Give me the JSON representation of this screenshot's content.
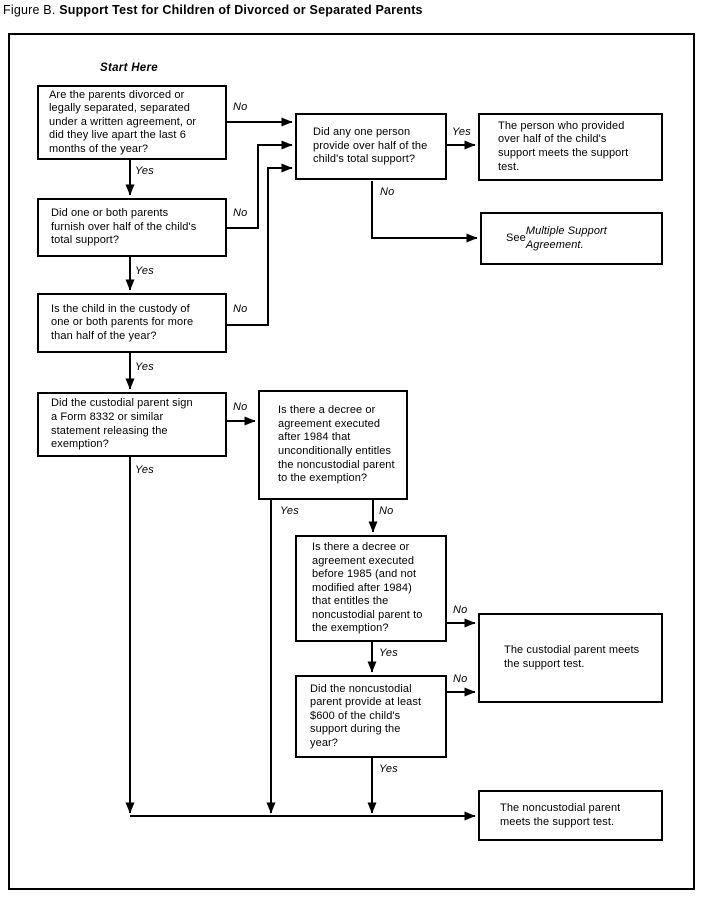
{
  "figure": {
    "label": "Figure B.",
    "title": "Support Test for Children of Divorced or Separated Parents"
  },
  "flowchart": {
    "start_here": "Start Here",
    "decision_labels": {
      "yes": "Yes",
      "no": "No"
    },
    "nodes": {
      "parents_divorced": "Are the parents divorced or\nlegally separated, separated\nunder a written agreement, or\ndid they live apart the last 6\nmonths of the year?",
      "parents_furnish_half": "Did one or both parents\nfurnish over half of the child's\ntotal support?",
      "child_in_custody": "Is the child in the custody of\none or both parents for more\nthan half of the year?",
      "custodial_signed_8332": "Did the custodial parent sign\na Form 8332 or similar\nstatement releasing the\nexemption?",
      "one_person_half_support": "Did any one person\nprovide over half of the\nchild's total support?",
      "decree_after_1984": "Is there a decree or\nagreement executed\nafter 1984 that\nunconditionally entitles\nthe noncustodial parent\nto the exemption?",
      "decree_before_1985": "Is there a decree or\nagreement executed\nbefore 1985 (and not\nmodified after 1984)\nthat entitles the\nnoncustodial parent to\nthe exemption?",
      "noncustodial_600": "Did the noncustodial\nparent provide at least\n$600 of the child's\nsupport during the\nyear?",
      "person_meets_test": "The person who provided\nover half of the child's\nsupport meets the support\ntest.",
      "see_prefix": "See",
      "see_reference": "Multiple Support\nAgreement.",
      "custodial_meets_test": "The custodial parent meets\nthe support test.",
      "noncustodial_meets_test": "The noncustodial parent\nmeets the support test."
    }
  }
}
